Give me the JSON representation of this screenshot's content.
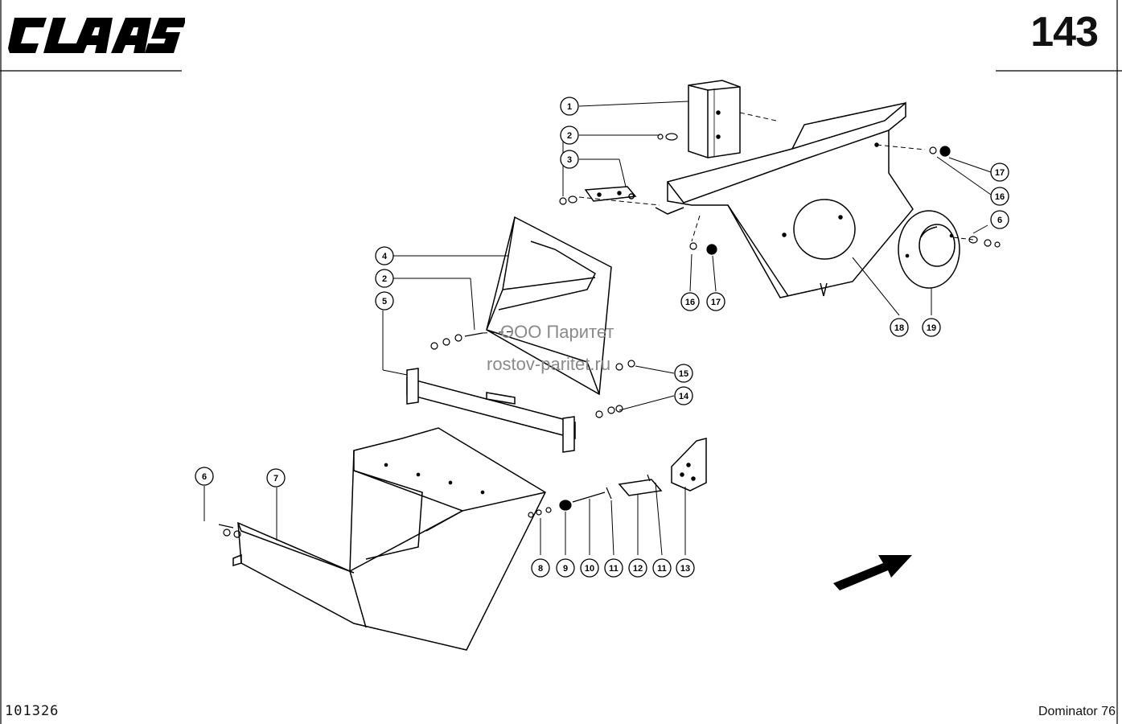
{
  "header": {
    "brand": "CLAAS",
    "page_number": "143"
  },
  "footer": {
    "document_code": "101326",
    "model": "Dominator 76"
  },
  "watermark": {
    "line1": "ООО Паритет",
    "line2": "rostov-paritet.ru"
  },
  "callouts": [
    {
      "id": "c1",
      "label": "1"
    },
    {
      "id": "c2a",
      "label": "2"
    },
    {
      "id": "c3",
      "label": "3"
    },
    {
      "id": "c4",
      "label": "4"
    },
    {
      "id": "c2b",
      "label": "2"
    },
    {
      "id": "c5",
      "label": "5"
    },
    {
      "id": "c6a",
      "label": "6"
    },
    {
      "id": "c6b",
      "label": "6"
    },
    {
      "id": "c7",
      "label": "7"
    },
    {
      "id": "c8",
      "label": "8"
    },
    {
      "id": "c9",
      "label": "9"
    },
    {
      "id": "c10",
      "label": "10"
    },
    {
      "id": "c11a",
      "label": "11"
    },
    {
      "id": "c12",
      "label": "12"
    },
    {
      "id": "c11b",
      "label": "11"
    },
    {
      "id": "c13",
      "label": "13"
    },
    {
      "id": "c14",
      "label": "14"
    },
    {
      "id": "c15",
      "label": "15"
    },
    {
      "id": "c16a",
      "label": "16"
    },
    {
      "id": "c17a",
      "label": "17"
    },
    {
      "id": "c16b",
      "label": "16"
    },
    {
      "id": "c17b",
      "label": "17"
    },
    {
      "id": "c18",
      "label": "18"
    },
    {
      "id": "c19",
      "label": "19"
    }
  ]
}
